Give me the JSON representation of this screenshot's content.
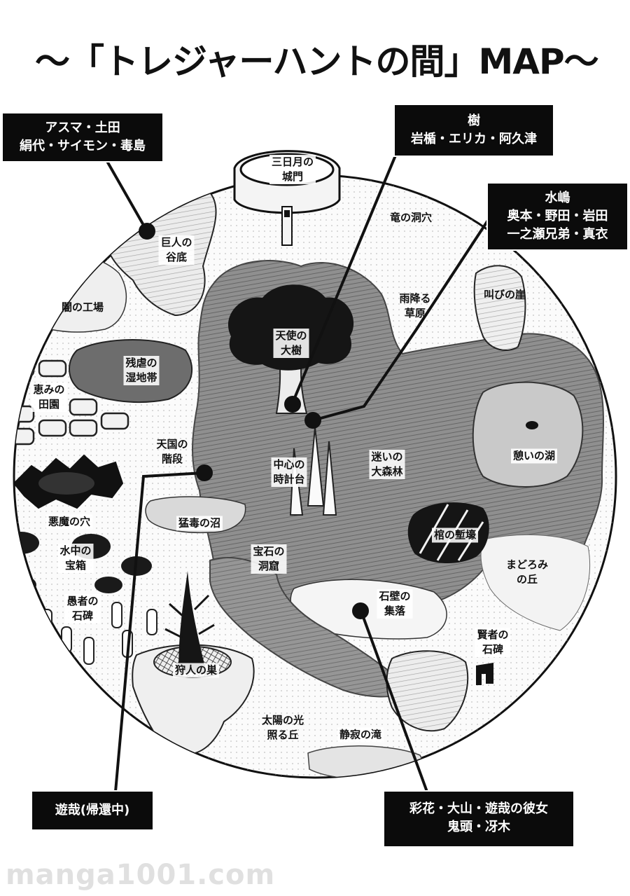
{
  "title": "〜「トレジャーハントの間」MAP〜",
  "watermark": "manga1001.com",
  "colors": {
    "ink": "#111111",
    "forest": "#8c8c8c",
    "forest_dark": "#6a6a6a",
    "label_bg": "#0b0b0b",
    "paper": "#ffffff"
  },
  "places": [
    {
      "id": "mikazuki-castle-gate",
      "lines": [
        "三日月の",
        "城門"
      ]
    },
    {
      "id": "dragon-cave",
      "lines": [
        "竜の洞穴"
      ]
    },
    {
      "id": "giant-valley",
      "lines": [
        "巨人の",
        "谷底"
      ]
    },
    {
      "id": "dark-factory",
      "lines": [
        "闇の工場"
      ]
    },
    {
      "id": "rainy-grassland",
      "lines": [
        "雨降る",
        "草原"
      ]
    },
    {
      "id": "screaming-cliff",
      "lines": [
        "叫びの崖"
      ]
    },
    {
      "id": "angel-tree",
      "lines": [
        "天使の",
        "大樹"
      ]
    },
    {
      "id": "cruel-wetland",
      "lines": [
        "残虐の",
        "湿地帯"
      ]
    },
    {
      "id": "blessed-fields",
      "lines": [
        "恵みの",
        "田園"
      ]
    },
    {
      "id": "heaven-stairs",
      "lines": [
        "天国の",
        "階段"
      ]
    },
    {
      "id": "center-clocktower",
      "lines": [
        "中心の",
        "時計台"
      ]
    },
    {
      "id": "lost-forest",
      "lines": [
        "迷いの",
        "大森林"
      ]
    },
    {
      "id": "rest-lake",
      "lines": [
        "憩いの湖"
      ]
    },
    {
      "id": "devil-hole",
      "lines": [
        "悪魔の穴"
      ]
    },
    {
      "id": "poison-swamp",
      "lines": [
        "猛毒の沼"
      ]
    },
    {
      "id": "coffin-trench",
      "lines": [
        "棺の塹壕"
      ]
    },
    {
      "id": "underwater-chest",
      "lines": [
        "水中の",
        "宝箱"
      ]
    },
    {
      "id": "jewel-cave",
      "lines": [
        "宝石の",
        "洞窟"
      ]
    },
    {
      "id": "drowsy-hill",
      "lines": [
        "まどろみ",
        "の丘"
      ]
    },
    {
      "id": "fool-stele",
      "lines": [
        "愚者の",
        "石碑"
      ]
    },
    {
      "id": "stone-wall-village",
      "lines": [
        "石壁の",
        "集落"
      ]
    },
    {
      "id": "sage-stele",
      "lines": [
        "賢者の",
        "石碑"
      ]
    },
    {
      "id": "hunter-nest",
      "lines": [
        "狩人の巣"
      ]
    },
    {
      "id": "sunlit-hill",
      "lines": [
        "太陽の光",
        "照る丘"
      ]
    },
    {
      "id": "silent-falls",
      "lines": [
        "静寂の滝"
      ]
    }
  ],
  "labels": [
    {
      "id": "group-asuma",
      "lines": [
        "アスマ・土田",
        "絹代・サイモン・毒島"
      ]
    },
    {
      "id": "group-itsuki",
      "lines": [
        "樹",
        "岩楯・エリカ・阿久津"
      ]
    },
    {
      "id": "group-mizushima",
      "lines": [
        "水嶋",
        "奥本・野田・岩田",
        "一之瀬兄弟・真衣"
      ]
    },
    {
      "id": "group-yuya",
      "lines": [
        "遊哉(帰還中)"
      ]
    },
    {
      "id": "group-ayaka",
      "lines": [
        "彩花・大山・遊哉の彼女",
        "鬼頭・冴木"
      ]
    }
  ]
}
